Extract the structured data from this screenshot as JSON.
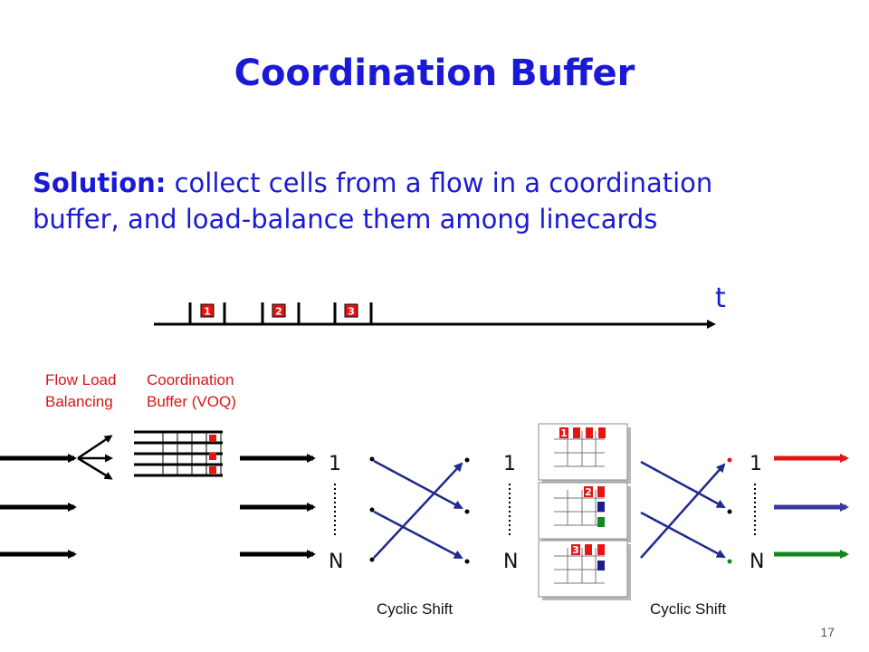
{
  "title": "Coordination Buffer",
  "solution": {
    "lead": "Solution:",
    "line1": " collect cells from a flow in a coordination",
    "line2": "buffer, and load-balance them among linecards"
  },
  "timeline": {
    "axis_label": "t",
    "cells": [
      "1",
      "2",
      "3"
    ]
  },
  "labels": {
    "flow_lb_1": "Flow Load",
    "flow_lb_2": "Balancing",
    "coord_1": "Coordination",
    "coord_2": "Buffer (VOQ)"
  },
  "stages": [
    {
      "top": "1",
      "bottom": "N"
    },
    {
      "top": "1",
      "bottom": "N"
    },
    {
      "top": "1",
      "bottom": "N"
    }
  ],
  "shift_captions": [
    "Cyclic Shift",
    "Cyclic Shift"
  ],
  "linecard_cells": [
    "1",
    "2",
    "3"
  ],
  "page_number": "17",
  "colors": {
    "title": "#1a1ad6",
    "label_red": "#d81616",
    "shift_lines": "#1f2a8c",
    "out_red": "#e41515",
    "out_blue": "#3a3a9c",
    "out_green": "#13861e"
  }
}
